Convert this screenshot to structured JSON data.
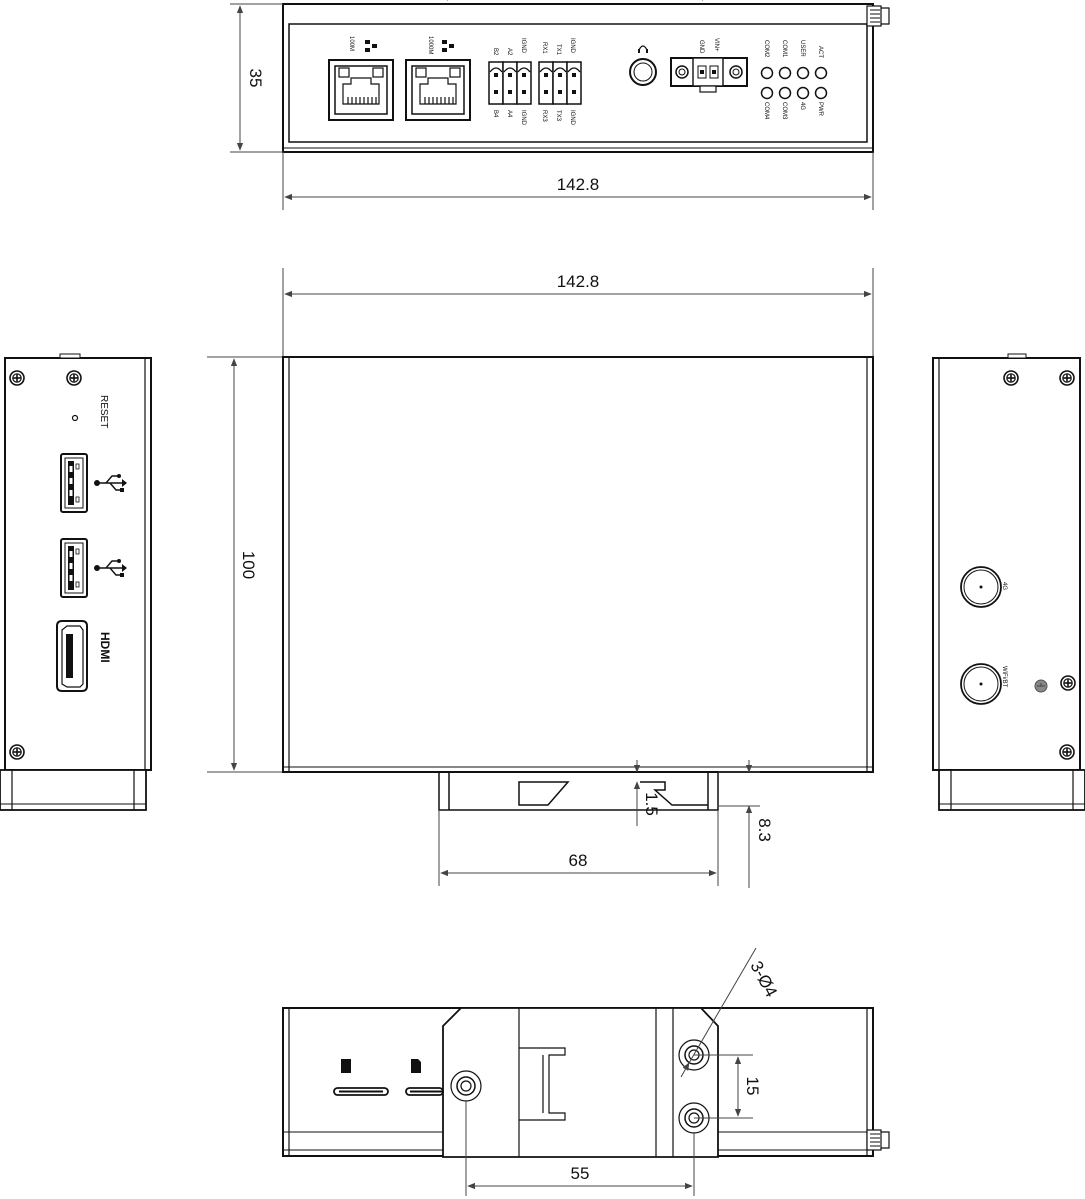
{
  "dimensions": {
    "front_height": "35",
    "front_width": "142.8",
    "top_width": "142.8",
    "top_depth": "100",
    "rail_offset": "1.5",
    "rail_depth": "8.3",
    "rail_width": "68",
    "hole_spec": "3-Ø4",
    "hole_vertical": "15",
    "hole_horizontal": "55"
  },
  "front_panel": {
    "eth1": "100M",
    "eth2": "1000M",
    "terminal_top": [
      "B2",
      "A2",
      "IGND",
      "RX1",
      "TX1",
      "IGND"
    ],
    "terminal_bottom": [
      "B4",
      "A4",
      "IGND",
      "RX3",
      "TX3",
      "IGND"
    ],
    "power_top": [
      "GND",
      "VIN+"
    ],
    "led_top": [
      "COM2",
      "COM1",
      "USER",
      "ACT"
    ],
    "led_bottom": [
      "COM4",
      "COM3",
      "4G",
      "PWR"
    ]
  },
  "left_panel": {
    "reset": "RESET",
    "hdmi": "HDMI"
  },
  "right_panel": {
    "antenna1": "4G",
    "antenna2": "WiFi/BT"
  },
  "icons": [
    "ethernet-icon",
    "usb-icon",
    "screw-icon",
    "ground-icon",
    "sd-card-icon"
  ]
}
